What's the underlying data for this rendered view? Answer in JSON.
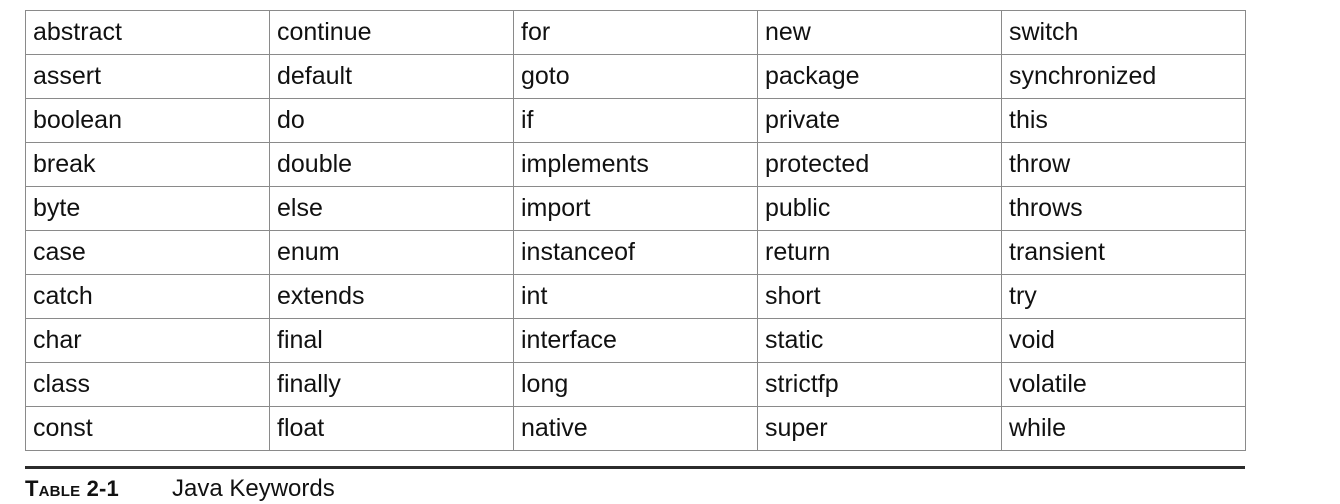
{
  "table": {
    "rows": [
      [
        "abstract",
        "continue",
        "for",
        "new",
        "switch"
      ],
      [
        "assert",
        "default",
        "goto",
        "package",
        "synchronized"
      ],
      [
        "boolean",
        "do",
        "if",
        "private",
        "this"
      ],
      [
        "break",
        "double",
        "implements",
        "protected",
        "throw"
      ],
      [
        "byte",
        "else",
        "import",
        "public",
        "throws"
      ],
      [
        "case",
        "enum",
        "instanceof",
        "return",
        "transient"
      ],
      [
        "catch",
        "extends",
        "int",
        "short",
        "try"
      ],
      [
        "char",
        "final",
        "interface",
        "static",
        "void"
      ],
      [
        "class",
        "finally",
        "long",
        "strictfp",
        "volatile"
      ],
      [
        "const",
        "float",
        "native",
        "super",
        "while"
      ]
    ]
  },
  "caption": {
    "label": "Table 2-1",
    "text": "Java Keywords"
  }
}
